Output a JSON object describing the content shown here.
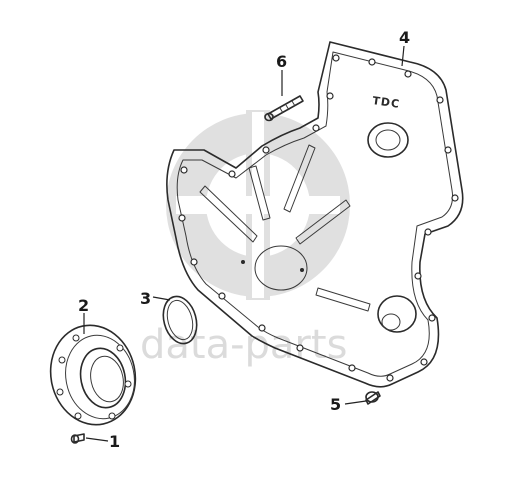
{
  "callouts": {
    "c1": "1",
    "c2": "2",
    "c3": "3",
    "c4": "4",
    "c5": "5",
    "c6": "6"
  },
  "cover_marking": "TDC",
  "watermark": "data-parts",
  "colors": {
    "line": "#2b2b2b",
    "watermark": "#c8c8c8",
    "background": "#ffffff"
  }
}
